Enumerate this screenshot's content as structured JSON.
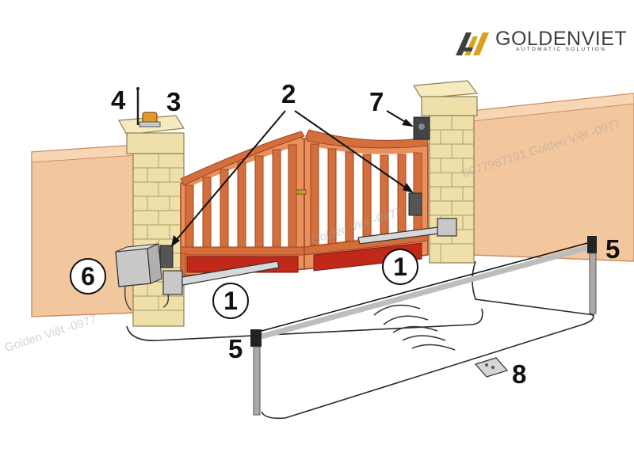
{
  "brand": {
    "name": "GOLDENVIET",
    "tagline": "AUTOMATIC SOLUTION",
    "colors": {
      "mark_gold": "#d9a21b",
      "mark_dark": "#3f3f3f"
    }
  },
  "callouts": {
    "arm_motor_left": "1",
    "arm_motor_right": "1",
    "junction_box": "2",
    "flashing_light": "3",
    "antenna": "4",
    "photocell_right": "5",
    "photocell_left": "5",
    "control_unit": "6",
    "key_selector": "7",
    "remote_control": "8"
  },
  "watermarks": {
    "left": "Golden Việt -0977",
    "center": "Golden Việt -0977",
    "right": "0977987191 Golden Việt -0977"
  },
  "colors": {
    "wall": "#f3c79e",
    "wall_edge": "#c98f68",
    "pillar": "#eee0a8",
    "brick_line": "#a99a6a",
    "gate_wood": "#d46f3c",
    "gate_dark": "#9c4420",
    "gate_panel": "#c0281a",
    "motor": "#d8d8d8",
    "ink": "#111111"
  }
}
